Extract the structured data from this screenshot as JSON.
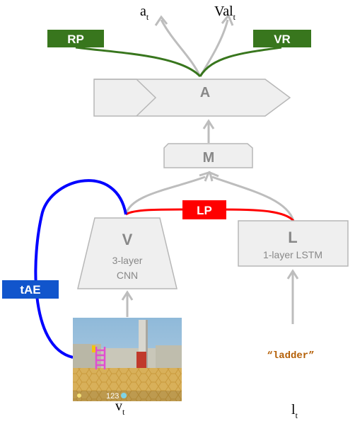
{
  "outputs": {
    "action": {
      "base": "a",
      "sub": "t"
    },
    "value": {
      "base": "Val",
      "sub": "t"
    }
  },
  "auxiliary": {
    "rp": "RP",
    "vr": "VR",
    "lp": "LP",
    "tae": "tAE"
  },
  "modules": {
    "action_module": "A",
    "mixing_module": "M",
    "vision": {
      "letter": "V",
      "line1": "3-layer",
      "line2": "CNN"
    },
    "language": {
      "letter": "L",
      "line1": "1-layer LSTM"
    }
  },
  "inputs": {
    "visual": {
      "base": "v",
      "sub": "t"
    },
    "instruction_text": "“ladder”",
    "instruction": {
      "base": "l",
      "sub": "t"
    }
  },
  "game_frame": {
    "hud_left": "123"
  },
  "colors": {
    "green": "#38761d",
    "red": "#ff0000",
    "blue": "#0000ff",
    "box_fill": "#efefef",
    "box_stroke": "#b7b7b7",
    "text_gray": "#888888",
    "arrow_gray": "#bdbdbd",
    "ladder_orange": "#b45f06"
  }
}
